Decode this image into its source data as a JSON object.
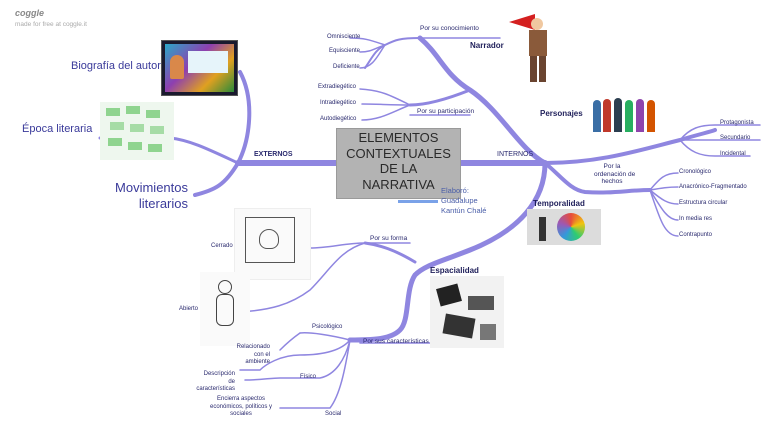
{
  "brand": {
    "logo": "coggle",
    "made_for_free": "made for free at coggle.it"
  },
  "center": {
    "line1": "ELEMENTOS",
    "line2": "CONTEXTUALES",
    "line3": "DE LA",
    "line4": "NARRATIVA"
  },
  "credit": {
    "line1": "Elaboró:",
    "line2": "Guadalupe",
    "line3": "Kantún Chalé"
  },
  "externos": {
    "label": "EXTERNOS",
    "items": [
      "Biografía del autor",
      "Época literaria",
      "Movimientos",
      "literarios"
    ]
  },
  "internos": {
    "label": "INTERNOS"
  },
  "narrador": {
    "label": "Narrador",
    "por_conocimiento": "Por su conocimiento",
    "conocimiento_items": [
      "Omnisciente",
      "Equisciente",
      "Deficiente"
    ],
    "por_participacion": "Por su participación",
    "participacion_items": [
      "Extradiegético",
      "Intradiegético",
      "Autodiegético"
    ]
  },
  "personajes": {
    "label": "Personajes",
    "items": [
      "Protagonista",
      "Secundario",
      "Incidental"
    ]
  },
  "temporalidad": {
    "label": "Temporalidad",
    "por_ordenacion": [
      "Por la",
      "ordenación de",
      "hechos"
    ],
    "items": [
      "Cronológico",
      "Anacrónico-Fragmentado",
      "Estructura circular",
      "In media res",
      "Contrapunto"
    ]
  },
  "espacialidad": {
    "label": "Espacialidad",
    "por_forma": "Por su forma",
    "forma_items": [
      "Cerrado",
      "Abierto"
    ],
    "por_caracteristicas": "Por sus características",
    "caracteristicas": [
      "Psicológico",
      "Físico",
      "Social"
    ],
    "psicologico_desc": [
      "Relacionado",
      "con el",
      "ambiente"
    ],
    "fisico_desc": [
      "Descripción",
      "de",
      "características"
    ],
    "social_desc": [
      "Encierra aspectos",
      "económicos, políticos y",
      "sociales"
    ]
  },
  "colors": {
    "branch": "#8f86e0",
    "branch_dark": "#7b72d6",
    "center_fill": "#b3b3b3",
    "text": "#2a2a6e"
  }
}
